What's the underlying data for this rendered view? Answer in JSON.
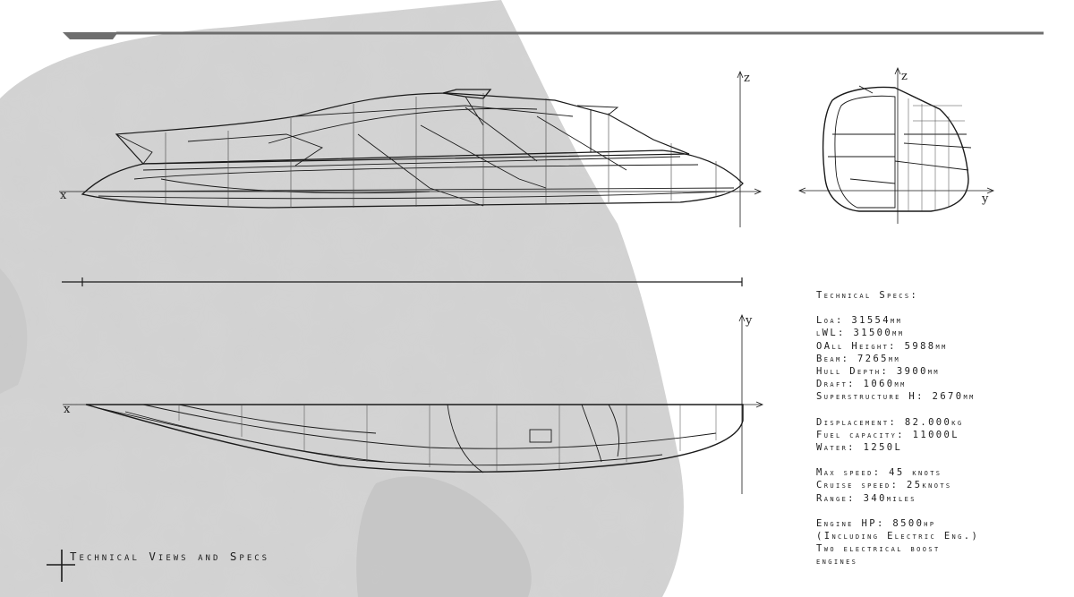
{
  "caption": "Technical Views and Specs",
  "axes": {
    "side_x": "x",
    "side_z": "z",
    "front_z": "z",
    "front_y": "y",
    "plan_x": "x",
    "plan_y": "y"
  },
  "specs": {
    "heading": "Technical Specs:",
    "groups": [
      [
        "Loa: 31554mm",
        "lWL: 31500mm",
        "OAll Height: 5988mm",
        "Beam: 7265mm",
        "Hull Depth: 3900mm",
        "Draft: 1060mm",
        "Superstructure H: 2670mm"
      ],
      [
        "Displacement: 82.000kg",
        "Fuel capacity: 11000L",
        "Water: 1250L"
      ],
      [
        "Max speed: 45 knots",
        "Cruise speed: 25knots",
        "Range: 340miles"
      ],
      [
        "Engine HP: 8500hp",
        "(Including Electric Eng.)",
        "Two electrical boost",
        "engines"
      ]
    ]
  },
  "colors": {
    "background": "#ffffff",
    "splash": "#cfcfcf",
    "line": "#1a1a1a",
    "top_bar": "#6e6e6e"
  }
}
